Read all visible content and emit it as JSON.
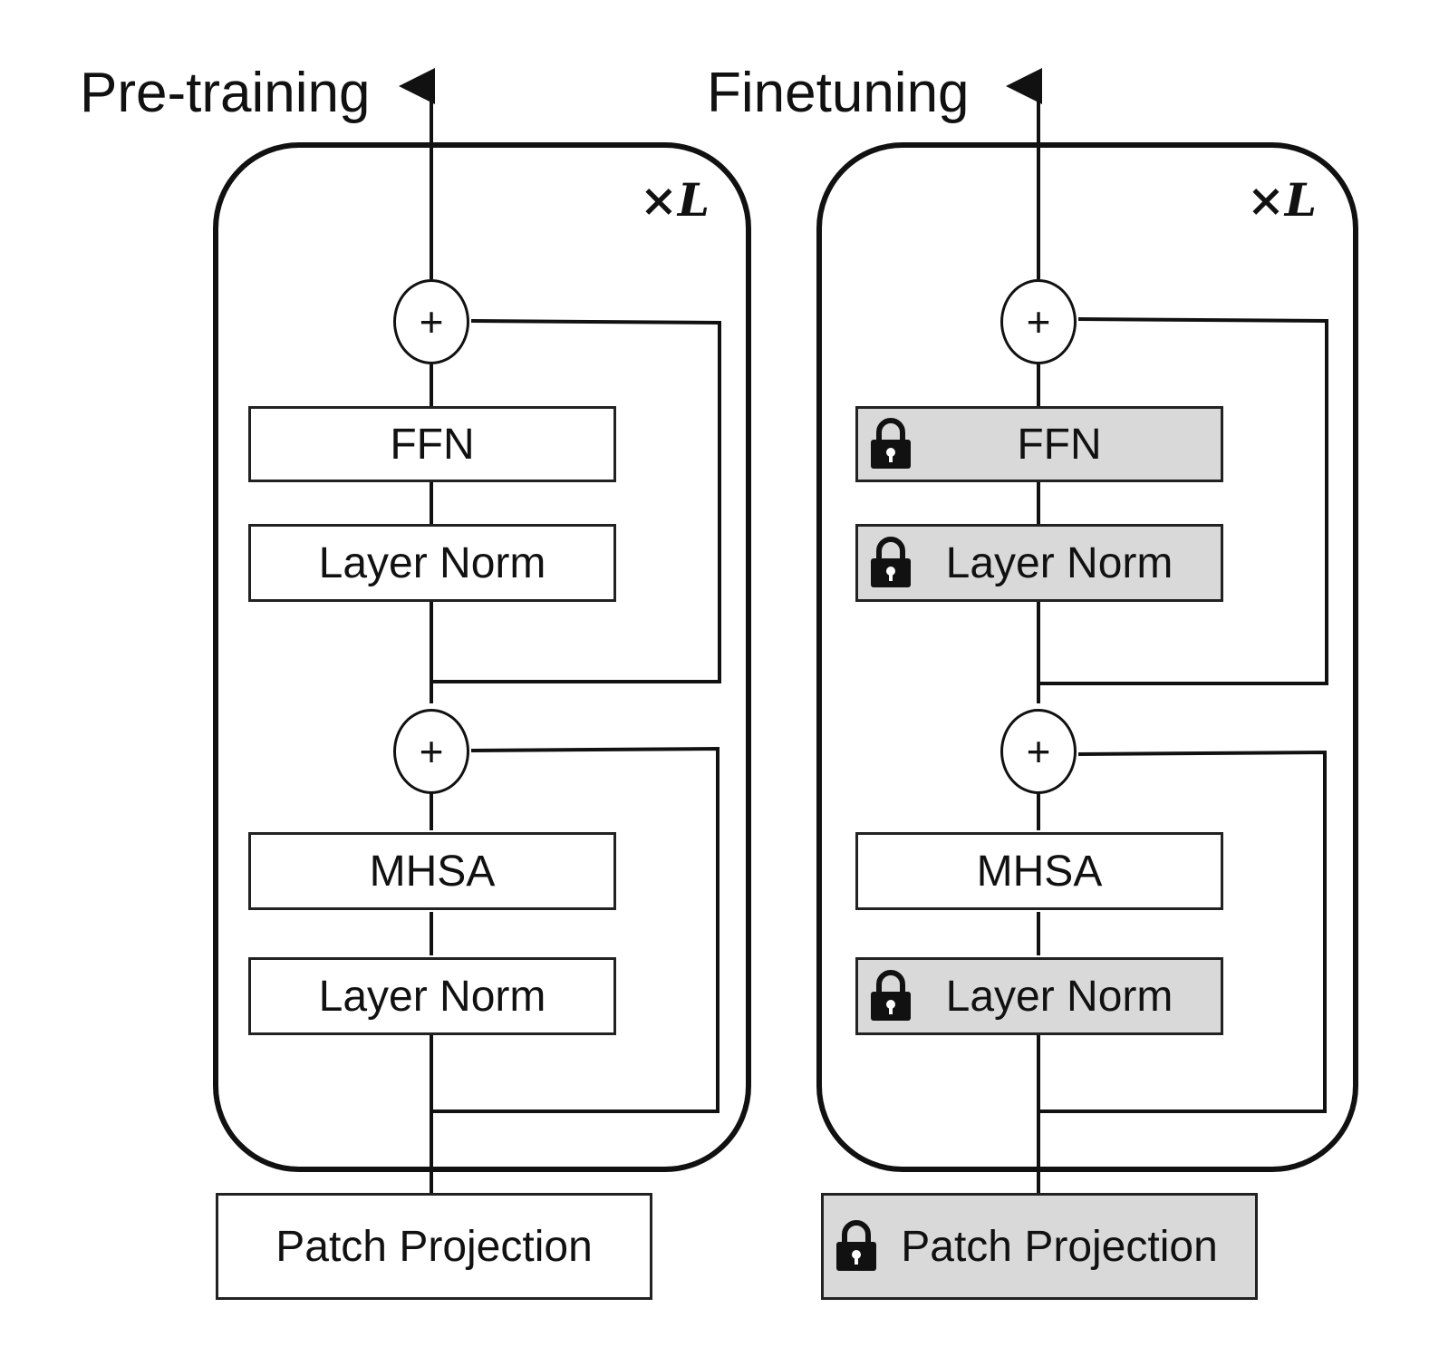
{
  "panels": [
    {
      "title": "Pre-training",
      "repeat_label": "×L",
      "blocks": {
        "ffn": {
          "label": "FFN",
          "frozen": false
        },
        "ln2": {
          "label": "Layer Norm",
          "frozen": false
        },
        "mhsa": {
          "label": "MHSA",
          "frozen": false
        },
        "ln1": {
          "label": "Layer Norm",
          "frozen": false
        }
      },
      "patch_projection": {
        "label": "Patch Projection",
        "frozen": false
      },
      "residual_symbol": "+"
    },
    {
      "title": "Finetuning",
      "repeat_label": "×L",
      "blocks": {
        "ffn": {
          "label": "FFN",
          "frozen": true
        },
        "ln2": {
          "label": "Layer Norm",
          "frozen": true
        },
        "mhsa": {
          "label": "MHSA",
          "frozen": false
        },
        "ln1": {
          "label": "Layer Norm",
          "frozen": true
        }
      },
      "patch_projection": {
        "label": "Patch Projection",
        "frozen": true
      },
      "residual_symbol": "+"
    }
  ],
  "icons": {
    "frozen": "lock-icon"
  },
  "colors": {
    "frozen_fill": "#d9d9d9",
    "stroke": "#111111"
  }
}
